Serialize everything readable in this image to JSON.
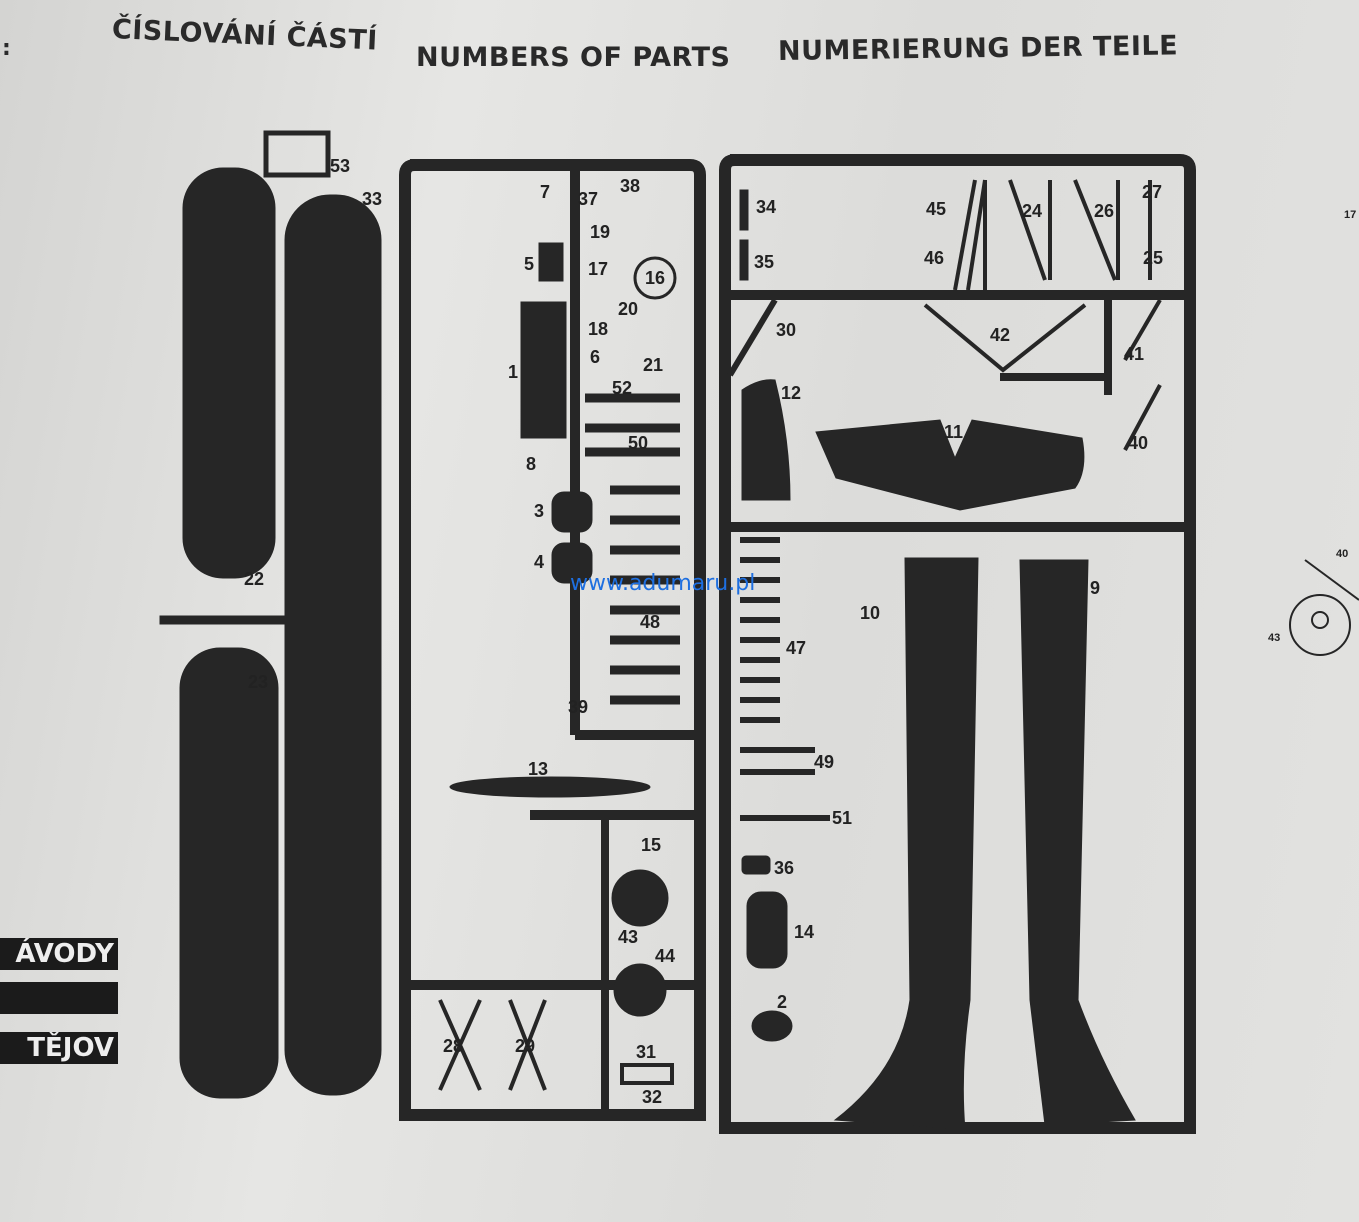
{
  "header": {
    "colon": ":",
    "czech": "ČÍSLOVÁNÍ ČÁSTÍ",
    "english": "NUMBERS OF PARTS",
    "german": "NUMERIERUNG DER TEILE"
  },
  "left_bands": [
    "ÁVODY",
    "",
    "TĚJOV"
  ],
  "watermark": "www.adumaru.pl",
  "parts": [
    "53",
    "33",
    "22",
    "23",
    "7",
    "37",
    "38",
    "19",
    "5",
    "17",
    "16",
    "20",
    "18",
    "6",
    "21",
    "1",
    "52",
    "50",
    "8",
    "3",
    "4",
    "48",
    "39",
    "13",
    "15",
    "43",
    "44",
    "28",
    "29",
    "31",
    "32",
    "34",
    "35",
    "45",
    "24",
    "26",
    "27",
    "46",
    "25",
    "30",
    "42",
    "41",
    "12",
    "11",
    "40",
    "10",
    "9",
    "47",
    "49",
    "51",
    "36",
    "14",
    "2",
    "40",
    "43",
    "17"
  ],
  "colors": {
    "ink": "#222222",
    "paper": "#e2e2e0",
    "watermark": "#1e6fe0"
  }
}
